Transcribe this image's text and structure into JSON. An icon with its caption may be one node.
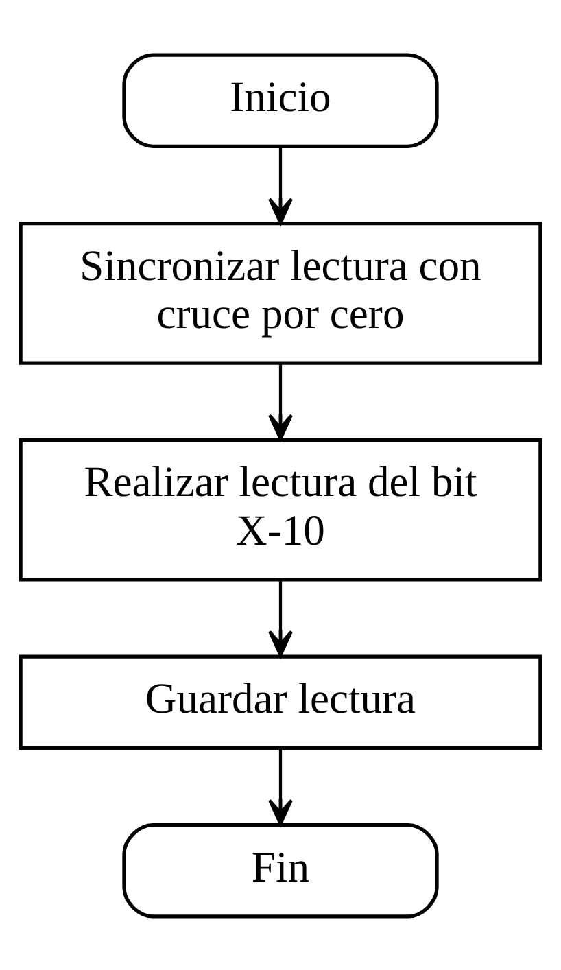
{
  "diagram": {
    "nodes": [
      {
        "text": [
          "Inicio"
        ]
      },
      {
        "text": [
          "Sincronizar lectura con cruce por cero"
        ]
      },
      {
        "text": [
          "Realizar lectura del bit X-10"
        ]
      },
      {
        "text": [
          "Guardar lectura"
        ]
      },
      {
        "text": [
          "Fin"
        ]
      }
    ],
    "edges": [
      {
        "from": 0,
        "to": 1,
        "arrow": "to"
      },
      {
        "from": 1,
        "to": 2,
        "arrow": "to"
      },
      {
        "from": 2,
        "to": 3,
        "arrow": "to"
      },
      {
        "from": 3,
        "to": 4,
        "arrow": "to"
      }
    ]
  }
}
